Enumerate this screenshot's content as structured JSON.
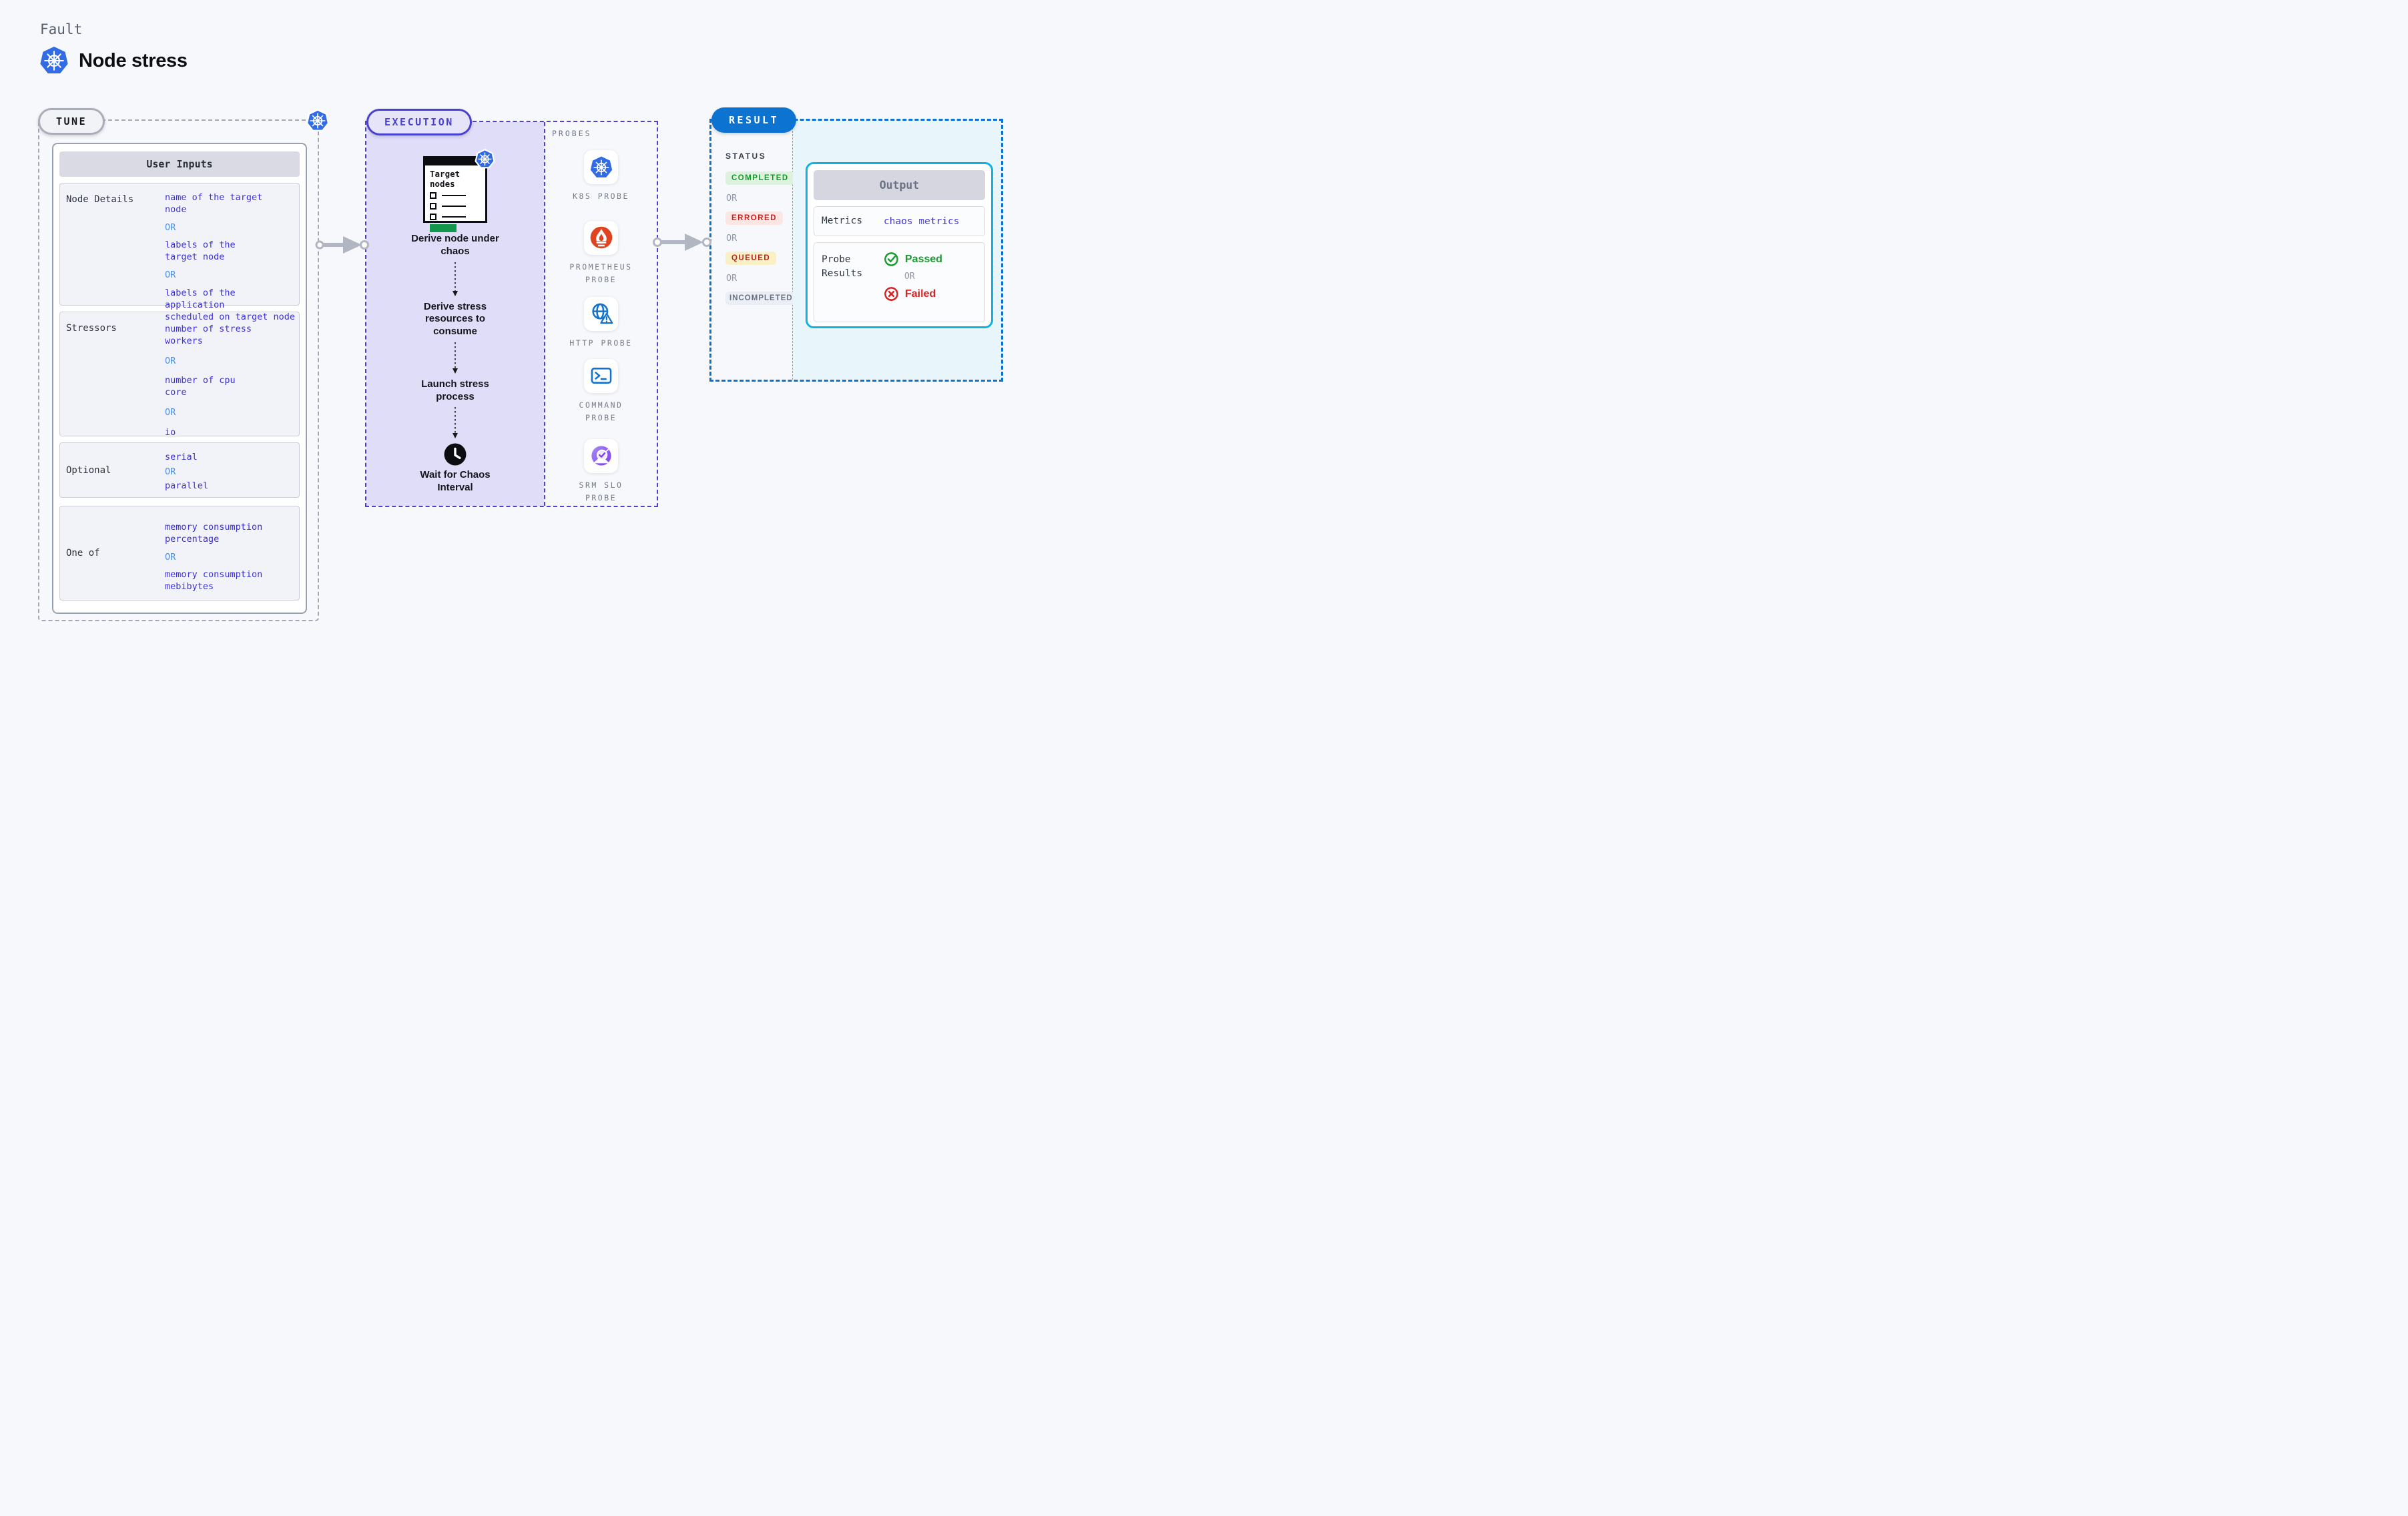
{
  "colors": {
    "page_bg": "#f7f8fb",
    "kubernetes_blue": "#326ce5",
    "tune_border_gray": "#a2a8b5",
    "execution_indigo": "#4a42cf",
    "execution_panel_lavender": "#dfddf8",
    "result_blue": "#0d73d1",
    "result_panel_cyan": "#e8f5fb",
    "output_border_cyan": "#12b1e3",
    "value_indigo": "#3a2fd9",
    "or_blue": "#4a90e8",
    "arrow_gray": "#b2b6c3",
    "prometheus_orange": "#e0431f",
    "probe_icon_blue": "#1273cf",
    "srm_purple": "#8b5cf6",
    "green_bar": "#13954a",
    "passed_green": "#1d9a32",
    "failed_red": "#d42222"
  },
  "header": {
    "kicker": "Fault",
    "title": "Node stress"
  },
  "tune": {
    "badge": "TUNE",
    "table": {
      "header": "User Inputs",
      "rows": [
        {
          "label": "Node Details",
          "values": [
            "name of the target\nnode",
            "OR",
            "labels of the\ntarget node",
            "OR",
            "labels of the application\n scheduled on target node"
          ]
        },
        {
          "label": "Stressors",
          "values": [
            "number of stress\nworkers",
            "OR",
            "number of cpu\ncore",
            "OR",
            "io"
          ]
        },
        {
          "label": "Optional",
          "values": [
            "serial",
            "OR",
            "parallel"
          ]
        },
        {
          "label": "One of",
          "values": [
            "memory consumption\npercentage",
            "OR",
            "memory consumption\nmebibytes"
          ]
        }
      ]
    }
  },
  "execution": {
    "badge": "EXECUTION",
    "target_card_title": "Target\nnodes",
    "steps": [
      "Derive node under chaos",
      "Derive stress resources to consume",
      "Launch stress process",
      "Wait for Chaos Interval"
    ]
  },
  "probes": {
    "label": "PROBES",
    "items": [
      {
        "name": "K8S PROBE",
        "icon": "kubernetes-icon"
      },
      {
        "name": "PROMETHEUS\nPROBE",
        "icon": "prometheus-icon"
      },
      {
        "name": "HTTP PROBE",
        "icon": "http-globe-warning-icon"
      },
      {
        "name": "COMMAND\nPROBE",
        "icon": "terminal-icon"
      },
      {
        "name": "SRM SLO\nPROBE",
        "icon": "slo-gauge-check-icon"
      }
    ]
  },
  "result": {
    "badge": "RESULT",
    "status_label": "STATUS",
    "or_label": "OR",
    "statuses": [
      {
        "label": "COMPLETED",
        "text_color": "#16982e",
        "bg_color": "#dcf2dc"
      },
      {
        "label": "ERRORED",
        "text_color": "#cd1f1f",
        "bg_color": "#fbe6e4"
      },
      {
        "label": "QUEUED",
        "text_color": "#c32121",
        "bg_color": "#faf0c6"
      },
      {
        "label": "INCOMPLETED",
        "text_color": "#6a7080",
        "bg_color": "#eceef6"
      }
    ],
    "output": {
      "header": "Output",
      "metrics_label": "Metrics",
      "metrics_value": "chaos metrics",
      "probe_results_label": "Probe\nResults",
      "passed_label": "Passed",
      "failed_label": "Failed"
    }
  }
}
